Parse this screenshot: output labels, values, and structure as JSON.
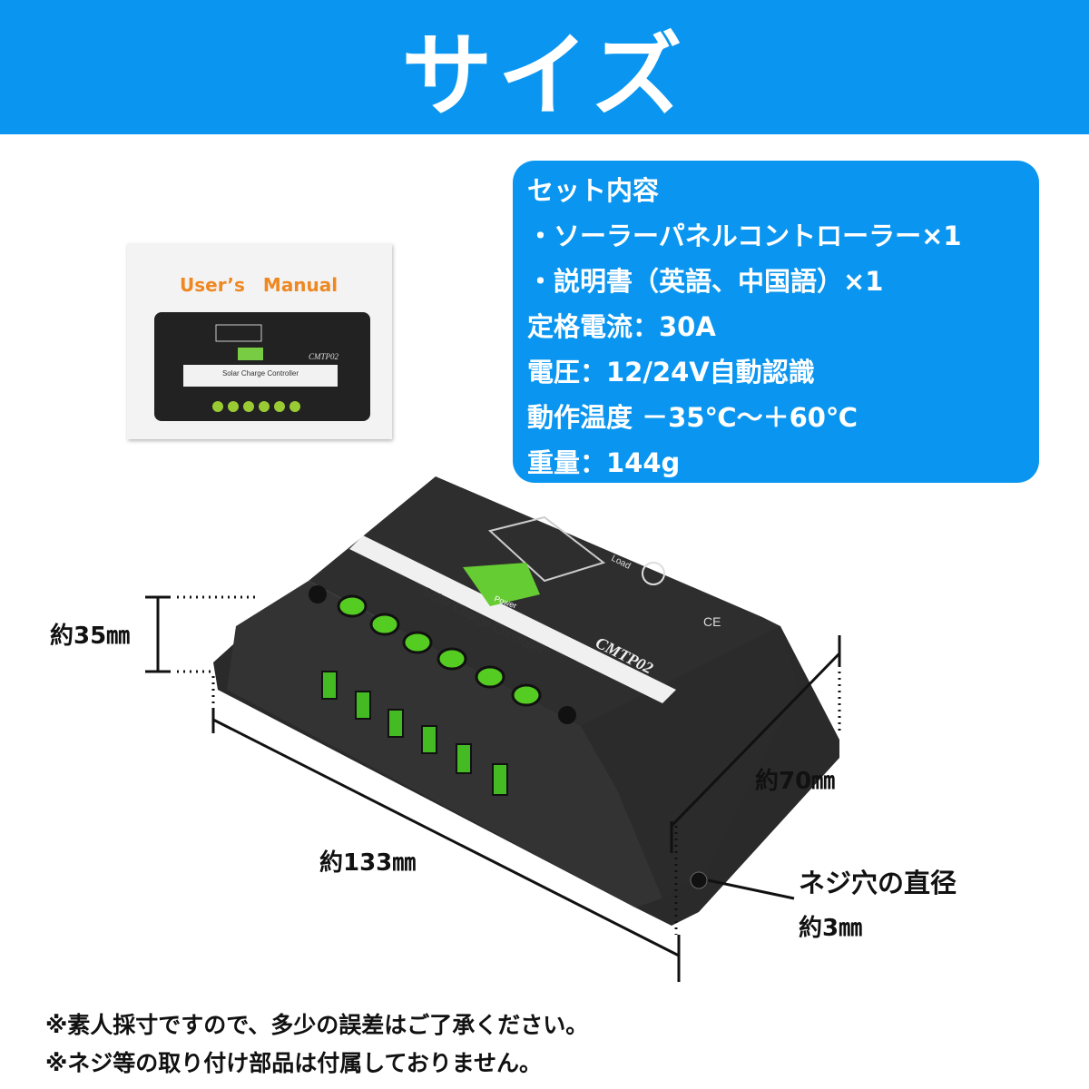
{
  "header": {
    "title": "サイズ"
  },
  "spec": {
    "lines": [
      "セット内容",
      "・ソーラーパネルコントローラー×1",
      "・説明書（英語、中国語）×1",
      "定格電流：30A",
      "電圧：12/24V自動認識",
      "動作温度 －35℃～＋60℃",
      "重量：144g"
    ]
  },
  "manual": {
    "title": "User’s　Manual",
    "device_label": "Solar Charge Controller",
    "model": "CMTP02"
  },
  "product": {
    "label": "Solar Charge Controller",
    "model": "CMTP02",
    "mark": "CE",
    "load": "Load",
    "power": "Power"
  },
  "dimensions": {
    "height": "約35㎜",
    "depth": "約70㎜",
    "width": "約133㎜",
    "hole_title": "ネジ穴の直径",
    "hole_value": "約3㎜"
  },
  "notes": [
    "※素人採寸ですので、多少の誤差はご了承ください。",
    "※ネジ等の取り付け部品は付属しておりません。"
  ]
}
